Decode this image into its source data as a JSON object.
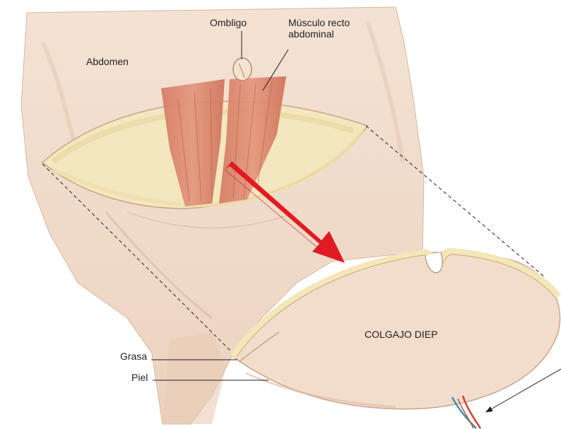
{
  "labels": {
    "ombligo": "Ombligo",
    "musculo_line1": "Músculo recto",
    "musculo_line2": "abdominal",
    "abdomen": "Abdomen",
    "colgajo": "COLGAJO DIEP",
    "grasa": "Grasa",
    "piel": "Piel"
  },
  "colors": {
    "skin": "#f1dccb",
    "skin_dark": "#dfbfa7",
    "fat": "#f3e6b8",
    "muscle": "#d9826a",
    "arrow": "#e01b22",
    "artery": "#d1452f",
    "vein": "#3a8fb2"
  }
}
